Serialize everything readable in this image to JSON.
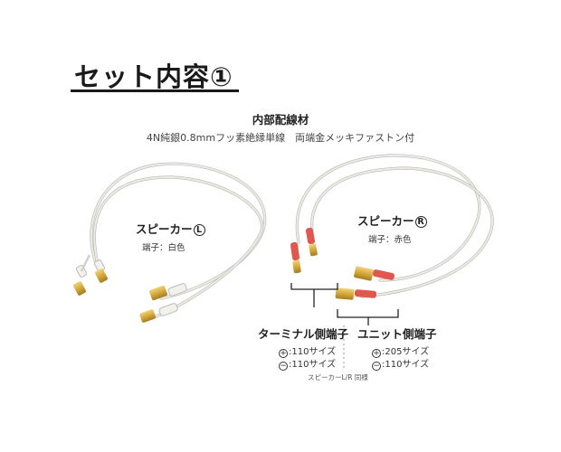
{
  "title": "セット内容①",
  "wiring": {
    "heading": "内部配線材",
    "spec": "4N純銀0.8mmフッ素絶縁単線　両端金メッキファストン付"
  },
  "speaker_left": {
    "name": "スピーカー",
    "mark": "L",
    "terminal_color": "端子：白色"
  },
  "speaker_right": {
    "name": "スピーカー",
    "mark": "R",
    "terminal_color": "端子：赤色"
  },
  "terminal_side": {
    "title": "ターミナル側端子",
    "plus_symbol": "+",
    "plus_size": ":110サイズ",
    "minus_symbol": "−",
    "minus_size": ":110サイズ"
  },
  "unit_side": {
    "title": "ユニット側端子",
    "plus_symbol": "+",
    "plus_size": ":205サイズ",
    "minus_symbol": "−",
    "minus_size": ":110サイズ"
  },
  "common_note": "スピーカーL/R 同様",
  "colors": {
    "wire_sheath": "#ecebe6",
    "gold_terminal": "#d8b24a",
    "red_sleeve": "#e0574f",
    "white_sleeve": "#f3f1ec"
  }
}
